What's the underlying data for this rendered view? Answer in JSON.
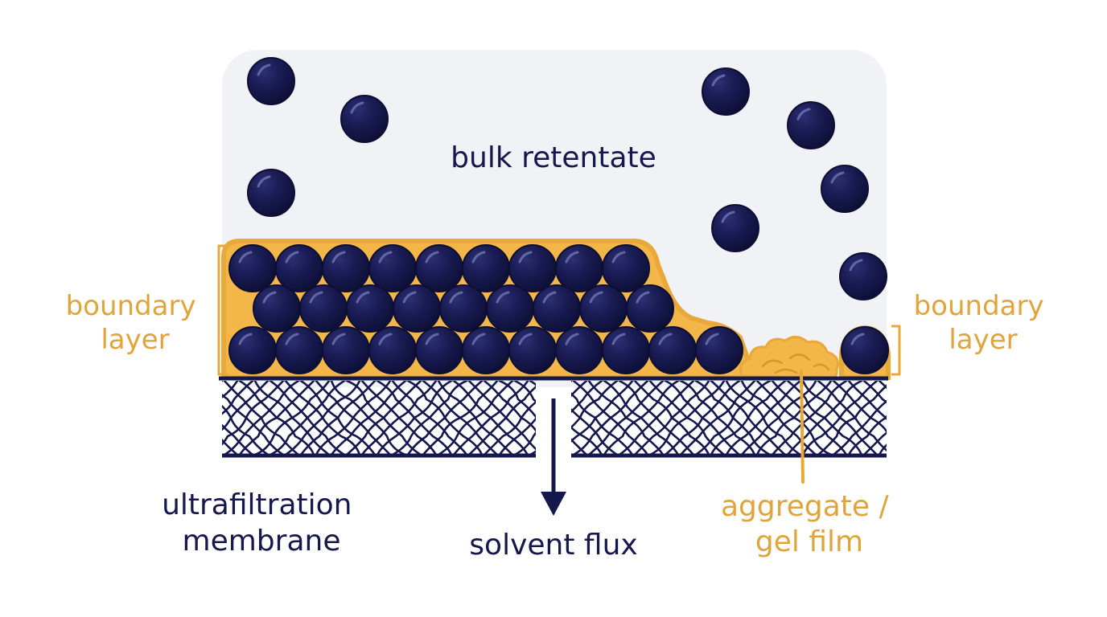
{
  "labels": {
    "bulk": "bulk retentate",
    "boundary_left": [
      "boundary",
      "layer"
    ],
    "boundary_right": [
      "boundary",
      "layer"
    ],
    "membrane": [
      "ultrafiltration",
      "membrane"
    ],
    "flux": "solvent flux",
    "aggregate": [
      "aggregate /",
      "gel film"
    ]
  },
  "colors": {
    "navy": "#15174d",
    "gold": "#e8a93a",
    "gold_text": "#e0a43c",
    "bulk_bg": "#f1f2f5"
  }
}
